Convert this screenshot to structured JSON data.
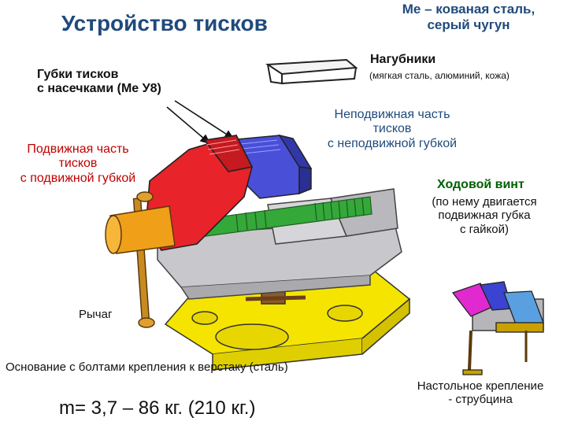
{
  "title": "Устройство тисков",
  "material": [
    "Ме – кованая сталь,",
    "серый чугун"
  ],
  "labels": {
    "jaws": [
      "Губки тисков",
      "с насечками (Ме У8)"
    ],
    "jaw_pads": "Нагубники",
    "jaw_pads_note": "(мягкая сталь, алюминий, кожа)",
    "fixed_part": [
      "Неподвижная часть",
      "тисков",
      "с неподвижной губкой"
    ],
    "movable_part": [
      "Подвижная часть",
      "тисков",
      "с подвижной губкой"
    ],
    "lead_screw_title": "Ходовой винт",
    "lead_screw_note": [
      "(по нему двигается",
      "подвижная губка",
      "с гайкой)"
    ],
    "lever": "Рычаг",
    "base": "Основание с болтами крепления к верстаку (сталь)",
    "mass": "m= 3,7 – 86 кг. (210 кг.)",
    "clamp": [
      "Настольное крепление",
      "- струбцина"
    ]
  },
  "colors": {
    "title": "#1f4a7c",
    "movable_part_label": "#c00000",
    "lead_screw_label": "#006000",
    "movable_body": "#e8232a",
    "fixed_jaw": "#4a4fd8",
    "screw": "#35a83a",
    "base": "#f5e400",
    "body_gray": "#c8c8cc",
    "handle": "#f0a018"
  }
}
